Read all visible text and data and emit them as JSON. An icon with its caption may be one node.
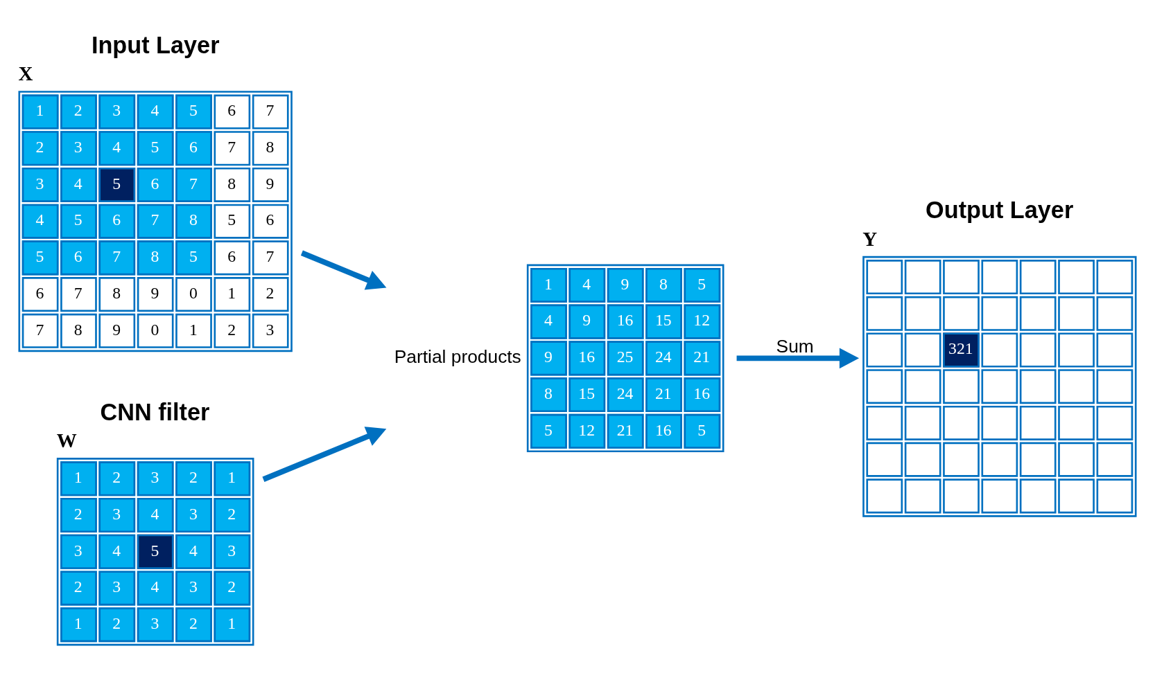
{
  "diagram": {
    "nodes": [
      {
        "text": [
          "Input Layer",
          "X",
          "1 2 3 4 5 6 7",
          "2 3 4 5 6 7 8",
          "3 4 5 6 7 8 9",
          "4 5 6 7 8 5 6",
          "5 6 7 8 5 6 7",
          "6 7 8 9 0 1 2",
          "7 8 9 0 1 2 3"
        ]
      },
      {
        "text": [
          "CNN filter",
          "W",
          "1 2 3 2 1",
          "2 3 4 3 2",
          "3 4 5 4 3",
          "2 3 4 3 2",
          "1 2 3 2 1"
        ]
      },
      {
        "text": [
          "1 4 9 8 5",
          "4 9 16 15 12",
          "9 16 25 24 21",
          "8 15 24 21 16",
          "5 12 21 16 5"
        ],
        "beside": [
          "Partial products"
        ]
      },
      {
        "text": [
          "Output Layer",
          "Y",
          "321"
        ]
      }
    ],
    "edges": [
      {
        "from": 0,
        "to": 2,
        "arrow": "to"
      },
      {
        "from": 1,
        "to": 2,
        "arrow": "to"
      },
      {
        "from": 2,
        "to": 3,
        "arrow": "to",
        "label": "Sum"
      }
    ]
  }
}
